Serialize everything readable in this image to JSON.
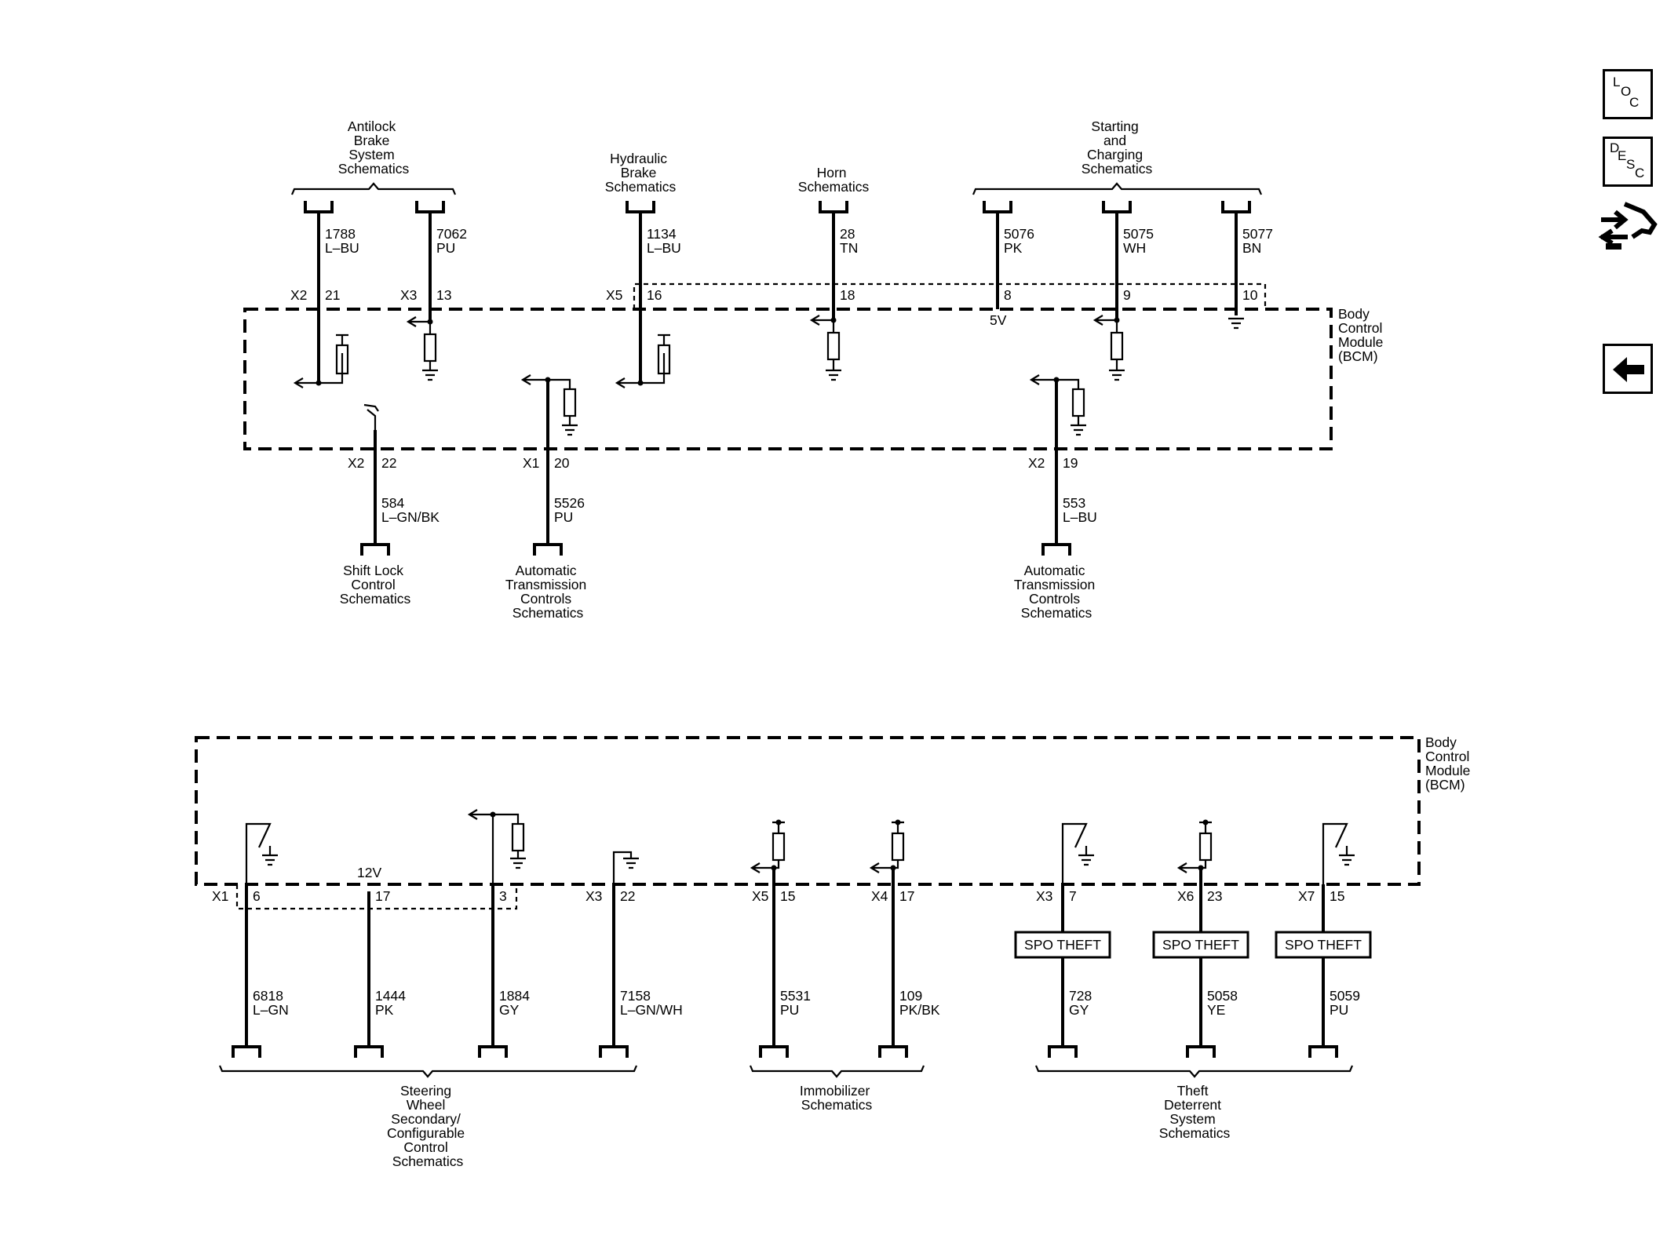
{
  "bcm_label": [
    "Body",
    "Control",
    "Module",
    "(BCM)"
  ],
  "nav": {
    "loc_letters": [
      "L",
      "O",
      "C"
    ],
    "desc_letters": [
      "D",
      "E",
      "S",
      "C"
    ],
    "connector_icon": "connector-tools-icon",
    "back_icon": "left-arrow-icon"
  },
  "top_section": {
    "destinations": [
      {
        "lines": [
          "Antilock",
          "Brake",
          "System",
          "Schematics"
        ]
      },
      {
        "lines": [
          "Hydraulic",
          "Brake",
          "Schematics"
        ]
      },
      {
        "lines": [
          "Horn",
          "Schematics"
        ]
      },
      {
        "lines": [
          "Starting",
          "and",
          "Charging",
          "Schematics"
        ]
      },
      {
        "lines": [
          "Shift Lock",
          "Control",
          "Schematics"
        ]
      },
      {
        "lines": [
          "Automatic",
          "Transmission",
          "Controls",
          "Schematics"
        ]
      },
      {
        "lines": [
          "Automatic",
          "Transmission",
          "Controls",
          "Schematics"
        ]
      }
    ],
    "circuits": [
      {
        "connector": "X2",
        "pin": "21",
        "circuit": "1788",
        "color": "L–BU"
      },
      {
        "connector": "X3",
        "pin": "13",
        "circuit": "7062",
        "color": "PU"
      },
      {
        "connector": "X5",
        "pin": "16",
        "circuit": "1134",
        "color": "L–BU"
      },
      {
        "connector": "",
        "pin": "18",
        "circuit": "28",
        "color": "TN"
      },
      {
        "connector": "",
        "pin": "8",
        "circuit": "5076",
        "color": "PK"
      },
      {
        "connector": "",
        "pin": "9",
        "circuit": "5075",
        "color": "WH"
      },
      {
        "connector": "",
        "pin": "10",
        "circuit": "5077",
        "color": "BN"
      },
      {
        "connector": "X2",
        "pin": "22",
        "circuit": "584",
        "color": "L–GN/BK"
      },
      {
        "connector": "X1",
        "pin": "20",
        "circuit": "5526",
        "color": "PU"
      },
      {
        "connector": "X2",
        "pin": "19",
        "circuit": "553",
        "color": "L–BU"
      }
    ],
    "voltage_label": "5V"
  },
  "bottom_section": {
    "destinations": [
      {
        "lines": [
          "Steering",
          "Wheel",
          "Secondary/",
          "Configurable",
          "Control",
          "Schematics"
        ]
      },
      {
        "lines": [
          "Immobilizer",
          "Schematics"
        ]
      },
      {
        "lines": [
          "Theft",
          "Deterrent",
          "System",
          "Schematics"
        ]
      }
    ],
    "circuits": [
      {
        "connector": "X1",
        "pin": "6",
        "circuit": "6818",
        "color": "L–GN"
      },
      {
        "connector": "",
        "pin": "17",
        "circuit": "1444",
        "color": "PK"
      },
      {
        "connector": "",
        "pin": "3",
        "circuit": "1884",
        "color": "GY"
      },
      {
        "connector": "X3",
        "pin": "22",
        "circuit": "7158",
        "color": "L–GN/WH"
      },
      {
        "connector": "X5",
        "pin": "15",
        "circuit": "5531",
        "color": "PU"
      },
      {
        "connector": "X4",
        "pin": "17",
        "circuit": "109",
        "color": "PK/BK"
      },
      {
        "connector": "X3",
        "pin": "7",
        "circuit": "728",
        "color": "GY"
      },
      {
        "connector": "X6",
        "pin": "23",
        "circuit": "5058",
        "color": "YE"
      },
      {
        "connector": "X7",
        "pin": "15",
        "circuit": "5059",
        "color": "PU"
      }
    ],
    "voltage_label": "12V",
    "spo_label": "SPO THEFT"
  }
}
